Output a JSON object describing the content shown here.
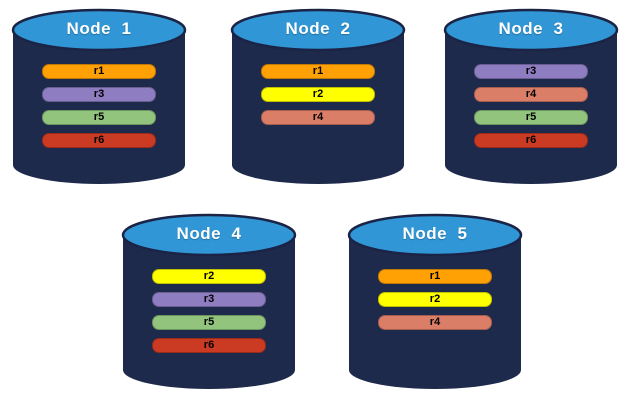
{
  "colors": {
    "background": "#FFFFFF",
    "cylinder_body": "#1E2A4B",
    "cylinder_top": "#3096D5",
    "cylinder_outline": "#1B2446",
    "title_text": "#FFFFFF",
    "bar_text": "#000000",
    "replicas": {
      "r1": "#FFA005",
      "r2": "#FFFF00",
      "r3": "#8E7EC1",
      "r4": "#DB7E68",
      "r5": "#92C47E",
      "r6": "#CB3A22"
    }
  },
  "nodes": [
    {
      "id": "node-1",
      "label": "Node  1",
      "replicas": [
        {
          "id": "r1",
          "label": "r1"
        },
        {
          "id": "r3",
          "label": "r3"
        },
        {
          "id": "r5",
          "label": "r5"
        },
        {
          "id": "r6",
          "label": "r6"
        }
      ]
    },
    {
      "id": "node-2",
      "label": "Node  2",
      "replicas": [
        {
          "id": "r1",
          "label": "r1"
        },
        {
          "id": "r2",
          "label": "r2"
        },
        {
          "id": "r4",
          "label": "r4"
        }
      ]
    },
    {
      "id": "node-3",
      "label": "Node  3",
      "replicas": [
        {
          "id": "r3",
          "label": "r3"
        },
        {
          "id": "r4",
          "label": "r4"
        },
        {
          "id": "r5",
          "label": "r5"
        },
        {
          "id": "r6",
          "label": "r6"
        }
      ]
    },
    {
      "id": "node-4",
      "label": "Node  4",
      "replicas": [
        {
          "id": "r2",
          "label": "r2"
        },
        {
          "id": "r3",
          "label": "r3"
        },
        {
          "id": "r5",
          "label": "r5"
        },
        {
          "id": "r6",
          "label": "r6"
        }
      ]
    },
    {
      "id": "node-5",
      "label": "Node  5",
      "replicas": [
        {
          "id": "r1",
          "label": "r1"
        },
        {
          "id": "r2",
          "label": "r2"
        },
        {
          "id": "r4",
          "label": "r4"
        }
      ]
    }
  ]
}
